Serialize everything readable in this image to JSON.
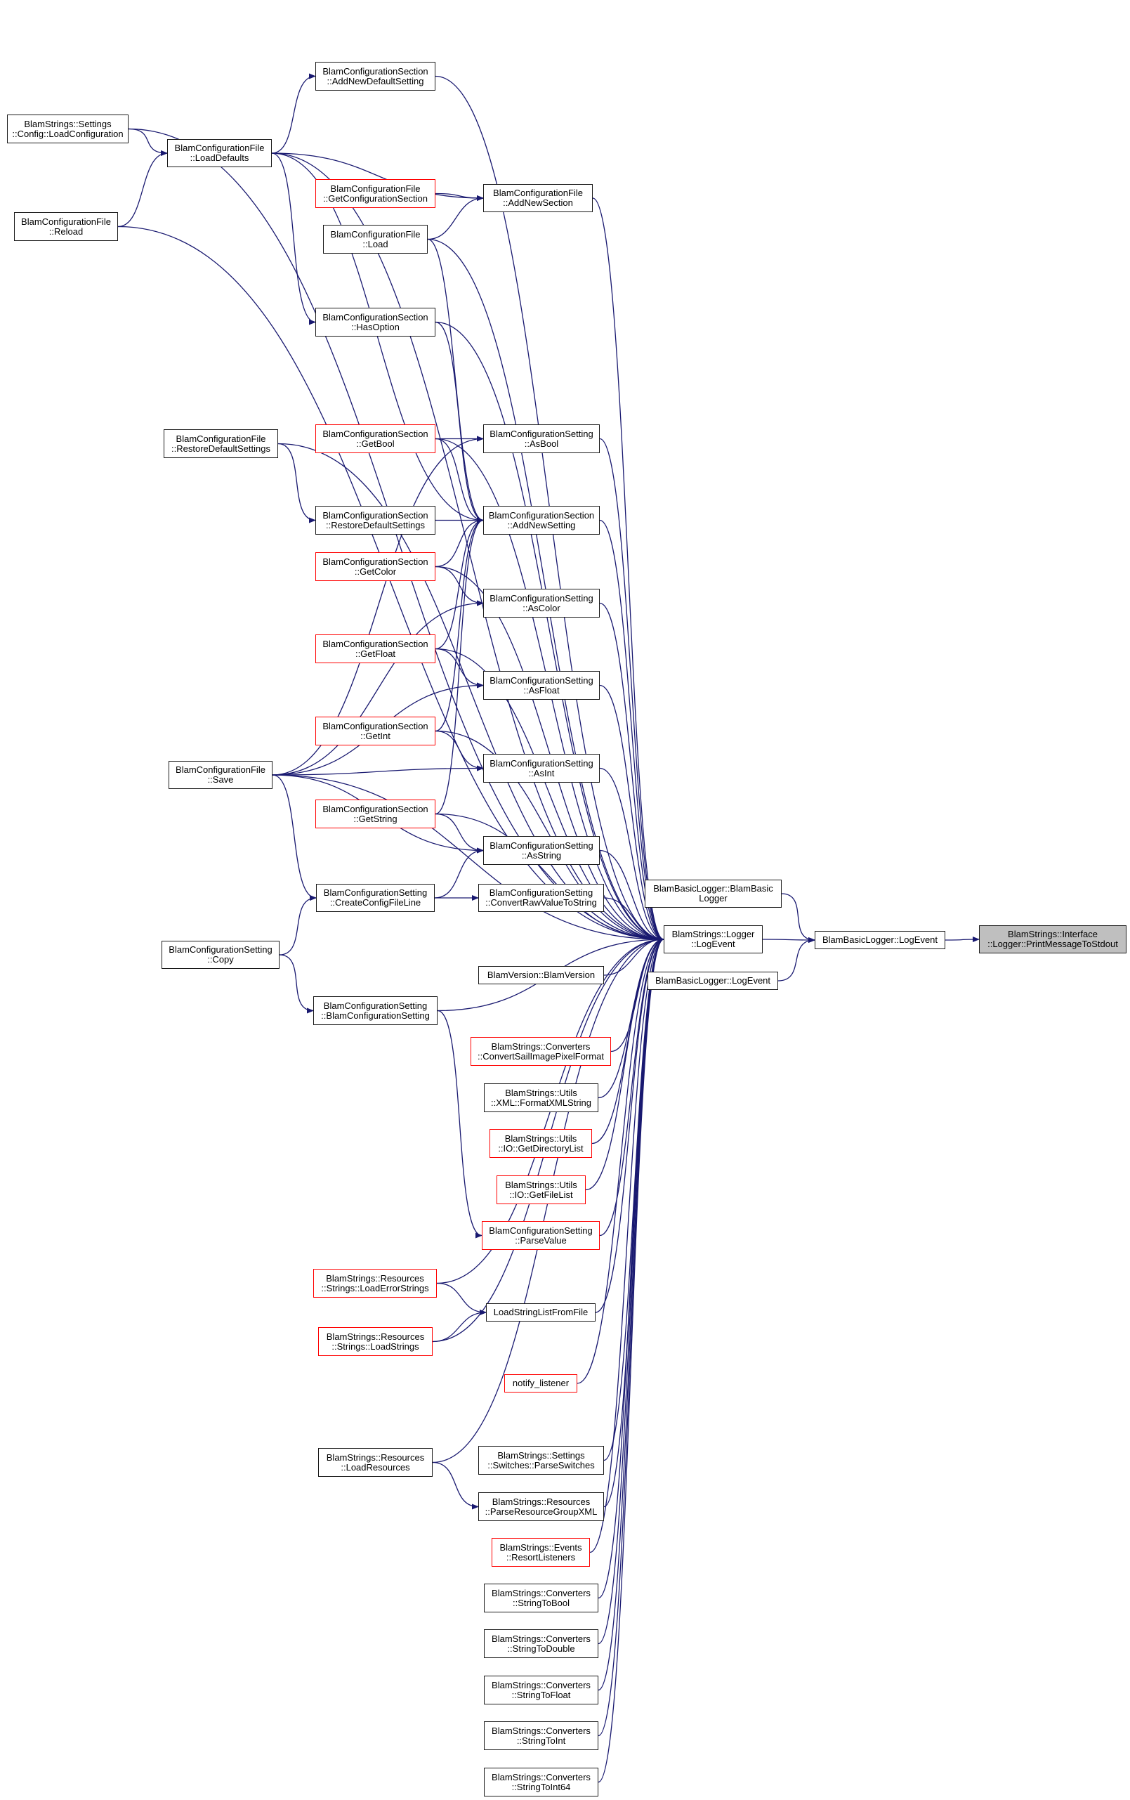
{
  "diagram": {
    "type": "caller-graph",
    "colors": {
      "edge": "#191970",
      "node_border": "#000000",
      "truncated_border": "#ff0000",
      "current_fill": "#bfbfbf"
    },
    "nodes": [
      {
        "id": "printmsg",
        "lines": [
          "BlamStrings::Interface",
          "::Logger::PrintMessageToStdout"
        ],
        "style": "current"
      },
      {
        "id": "bbl_logevent",
        "lines": [
          "BlamBasicLogger::LogEvent"
        ],
        "style": "normal"
      },
      {
        "id": "bbl_ctor",
        "lines": [
          "BlamBasicLogger::BlamBasic",
          "Logger"
        ],
        "style": "normal"
      },
      {
        "id": "logger_logevent",
        "lines": [
          "BlamStrings::Logger",
          "::LogEvent"
        ],
        "style": "normal"
      },
      {
        "id": "bbl_logevent2",
        "lines": [
          "BlamBasicLogger::LogEvent"
        ],
        "style": "normal"
      },
      {
        "id": "loadconfig",
        "lines": [
          "BlamStrings::Settings",
          "::Config::LoadConfiguration"
        ],
        "style": "normal"
      },
      {
        "id": "loaddefaults",
        "lines": [
          "BlamConfigurationFile",
          "::LoadDefaults"
        ],
        "style": "normal"
      },
      {
        "id": "reload",
        "lines": [
          "BlamConfigurationFile",
          "::Reload"
        ],
        "style": "normal"
      },
      {
        "id": "addnewdefault",
        "lines": [
          "BlamConfigurationSection",
          "::AddNewDefaultSetting"
        ],
        "style": "normal"
      },
      {
        "id": "getconfigsection",
        "lines": [
          "BlamConfigurationFile",
          "::GetConfigurationSection"
        ],
        "style": "red"
      },
      {
        "id": "addnewsection",
        "lines": [
          "BlamConfigurationFile",
          "::AddNewSection"
        ],
        "style": "normal"
      },
      {
        "id": "load",
        "lines": [
          "BlamConfigurationFile",
          "::Load"
        ],
        "style": "normal"
      },
      {
        "id": "hasoption",
        "lines": [
          "BlamConfigurationSection",
          "::HasOption"
        ],
        "style": "normal"
      },
      {
        "id": "file_restore",
        "lines": [
          "BlamConfigurationFile",
          "::RestoreDefaultSettings"
        ],
        "style": "normal"
      },
      {
        "id": "getbool",
        "lines": [
          "BlamConfigurationSection",
          "::GetBool"
        ],
        "style": "red"
      },
      {
        "id": "asbool",
        "lines": [
          "BlamConfigurationSetting",
          "::AsBool"
        ],
        "style": "normal"
      },
      {
        "id": "section_restore",
        "lines": [
          "BlamConfigurationSection",
          "::RestoreDefaultSettings"
        ],
        "style": "normal"
      },
      {
        "id": "addnewsetting",
        "lines": [
          "BlamConfigurationSection",
          "::AddNewSetting"
        ],
        "style": "normal"
      },
      {
        "id": "getcolor",
        "lines": [
          "BlamConfigurationSection",
          "::GetColor"
        ],
        "style": "red"
      },
      {
        "id": "ascolor",
        "lines": [
          "BlamConfigurationSetting",
          "::AsColor"
        ],
        "style": "normal"
      },
      {
        "id": "getfloat",
        "lines": [
          "BlamConfigurationSection",
          "::GetFloat"
        ],
        "style": "red"
      },
      {
        "id": "asfloat",
        "lines": [
          "BlamConfigurationSetting",
          "::AsFloat"
        ],
        "style": "normal"
      },
      {
        "id": "getint",
        "lines": [
          "BlamConfigurationSection",
          "::GetInt"
        ],
        "style": "red"
      },
      {
        "id": "asint",
        "lines": [
          "BlamConfigurationSetting",
          "::AsInt"
        ],
        "style": "normal"
      },
      {
        "id": "getstring",
        "lines": [
          "BlamConfigurationSection",
          "::GetString"
        ],
        "style": "red"
      },
      {
        "id": "asstring",
        "lines": [
          "BlamConfigurationSetting",
          "::AsString"
        ],
        "style": "normal"
      },
      {
        "id": "save",
        "lines": [
          "BlamConfigurationFile",
          "::Save"
        ],
        "style": "normal"
      },
      {
        "id": "createline",
        "lines": [
          "BlamConfigurationSetting",
          "::CreateConfigFileLine"
        ],
        "style": "normal"
      },
      {
        "id": "convertraw",
        "lines": [
          "BlamConfigurationSetting",
          "::ConvertRawValueToString"
        ],
        "style": "normal"
      },
      {
        "id": "copy",
        "lines": [
          "BlamConfigurationSetting",
          "::Copy"
        ],
        "style": "normal"
      },
      {
        "id": "blamversion",
        "lines": [
          "BlamVersion::BlamVersion"
        ],
        "style": "normal"
      },
      {
        "id": "setting_ctor",
        "lines": [
          "BlamConfigurationSetting",
          "::BlamConfigurationSetting"
        ],
        "style": "normal"
      },
      {
        "id": "convertsail",
        "lines": [
          "BlamStrings::Converters",
          "::ConvertSailImagePixelFormat"
        ],
        "style": "red"
      },
      {
        "id": "formatxml",
        "lines": [
          "BlamStrings::Utils",
          "::XML::FormatXMLString"
        ],
        "style": "normal"
      },
      {
        "id": "getdirlist",
        "lines": [
          "BlamStrings::Utils",
          "::IO::GetDirectoryList"
        ],
        "style": "red"
      },
      {
        "id": "getfilelist",
        "lines": [
          "BlamStrings::Utils",
          "::IO::GetFileList"
        ],
        "style": "red"
      },
      {
        "id": "parsevalue",
        "lines": [
          "BlamConfigurationSetting",
          "::ParseValue"
        ],
        "style": "red"
      },
      {
        "id": "loaderrorstrings",
        "lines": [
          "BlamStrings::Resources",
          "::Strings::LoadErrorStrings"
        ],
        "style": "red"
      },
      {
        "id": "loadstringlist",
        "lines": [
          "LoadStringListFromFile"
        ],
        "style": "normal"
      },
      {
        "id": "loadstrings",
        "lines": [
          "BlamStrings::Resources",
          "::Strings::LoadStrings"
        ],
        "style": "red"
      },
      {
        "id": "notify",
        "lines": [
          "notify_listener"
        ],
        "style": "red"
      },
      {
        "id": "loadresources",
        "lines": [
          "BlamStrings::Resources",
          "::LoadResources"
        ],
        "style": "normal"
      },
      {
        "id": "parseswitches",
        "lines": [
          "BlamStrings::Settings",
          "::Switches::ParseSwitches"
        ],
        "style": "normal"
      },
      {
        "id": "parseresxml",
        "lines": [
          "BlamStrings::Resources",
          "::ParseResourceGroupXML"
        ],
        "style": "normal"
      },
      {
        "id": "resort",
        "lines": [
          "BlamStrings::Events",
          "::ResortListeners"
        ],
        "style": "red"
      },
      {
        "id": "stobool",
        "lines": [
          "BlamStrings::Converters",
          "::StringToBool"
        ],
        "style": "normal"
      },
      {
        "id": "stodouble",
        "lines": [
          "BlamStrings::Converters",
          "::StringToDouble"
        ],
        "style": "normal"
      },
      {
        "id": "stofloat",
        "lines": [
          "BlamStrings::Converters",
          "::StringToFloat"
        ],
        "style": "normal"
      },
      {
        "id": "stoint",
        "lines": [
          "BlamStrings::Converters",
          "::StringToInt"
        ],
        "style": "normal"
      },
      {
        "id": "stoint64",
        "lines": [
          "BlamStrings::Converters",
          "::StringToInt64"
        ],
        "style": "normal"
      }
    ],
    "edges": [
      [
        "bbl_logevent",
        "printmsg"
      ],
      [
        "bbl_ctor",
        "bbl_logevent"
      ],
      [
        "logger_logevent",
        "bbl_logevent"
      ],
      [
        "bbl_logevent2",
        "bbl_logevent"
      ],
      [
        "loadconfig",
        "loaddefaults"
      ],
      [
        "loadconfig",
        "logger_logevent"
      ],
      [
        "reload",
        "loaddefaults"
      ],
      [
        "reload",
        "logger_logevent"
      ],
      [
        "loaddefaults",
        "addnewdefault"
      ],
      [
        "loaddefaults",
        "addnewsection"
      ],
      [
        "loaddefaults",
        "hasoption"
      ],
      [
        "loaddefaults",
        "addnewsetting"
      ],
      [
        "loaddefaults",
        "logger_logevent"
      ],
      [
        "addnewdefault",
        "logger_logevent"
      ],
      [
        "getconfigsection",
        "addnewsection"
      ],
      [
        "load",
        "addnewsection"
      ],
      [
        "load",
        "addnewsetting"
      ],
      [
        "load",
        "logger_logevent"
      ],
      [
        "addnewsection",
        "logger_logevent"
      ],
      [
        "hasoption",
        "addnewsetting"
      ],
      [
        "hasoption",
        "logger_logevent"
      ],
      [
        "file_restore",
        "section_restore"
      ],
      [
        "file_restore",
        "logger_logevent"
      ],
      [
        "getbool",
        "asbool"
      ],
      [
        "getbool",
        "addnewsetting"
      ],
      [
        "getbool",
        "logger_logevent"
      ],
      [
        "asbool",
        "logger_logevent"
      ],
      [
        "section_restore",
        "addnewsetting"
      ],
      [
        "addnewsetting",
        "logger_logevent"
      ],
      [
        "getcolor",
        "ascolor"
      ],
      [
        "getcolor",
        "addnewsetting"
      ],
      [
        "getcolor",
        "logger_logevent"
      ],
      [
        "ascolor",
        "logger_logevent"
      ],
      [
        "getfloat",
        "asfloat"
      ],
      [
        "getfloat",
        "addnewsetting"
      ],
      [
        "getfloat",
        "logger_logevent"
      ],
      [
        "asfloat",
        "logger_logevent"
      ],
      [
        "getint",
        "asint"
      ],
      [
        "getint",
        "addnewsetting"
      ],
      [
        "getint",
        "logger_logevent"
      ],
      [
        "asint",
        "logger_logevent"
      ],
      [
        "getstring",
        "asstring"
      ],
      [
        "getstring",
        "addnewsetting"
      ],
      [
        "getstring",
        "logger_logevent"
      ],
      [
        "asstring",
        "logger_logevent"
      ],
      [
        "save",
        "asbool"
      ],
      [
        "save",
        "ascolor"
      ],
      [
        "save",
        "asfloat"
      ],
      [
        "save",
        "asint"
      ],
      [
        "save",
        "asstring"
      ],
      [
        "save",
        "createline"
      ],
      [
        "save",
        "logger_logevent"
      ],
      [
        "createline",
        "asstring"
      ],
      [
        "createline",
        "convertraw"
      ],
      [
        "convertraw",
        "logger_logevent"
      ],
      [
        "copy",
        "createline"
      ],
      [
        "copy",
        "setting_ctor"
      ],
      [
        "blamversion",
        "logger_logevent"
      ],
      [
        "setting_ctor",
        "parsevalue"
      ],
      [
        "setting_ctor",
        "logger_logevent"
      ],
      [
        "convertsail",
        "logger_logevent"
      ],
      [
        "formatxml",
        "logger_logevent"
      ],
      [
        "getdirlist",
        "logger_logevent"
      ],
      [
        "getfilelist",
        "logger_logevent"
      ],
      [
        "parsevalue",
        "logger_logevent"
      ],
      [
        "loaderrorstrings",
        "loadstringlist"
      ],
      [
        "loaderrorstrings",
        "logger_logevent"
      ],
      [
        "loadstrings",
        "loadstringlist"
      ],
      [
        "loadstrings",
        "logger_logevent"
      ],
      [
        "loadstringlist",
        "logger_logevent"
      ],
      [
        "notify",
        "logger_logevent"
      ],
      [
        "loadresources",
        "parseresxml"
      ],
      [
        "loadresources",
        "logger_logevent"
      ],
      [
        "parseswitches",
        "logger_logevent"
      ],
      [
        "parseresxml",
        "logger_logevent"
      ],
      [
        "resort",
        "logger_logevent"
      ],
      [
        "stobool",
        "logger_logevent"
      ],
      [
        "stodouble",
        "logger_logevent"
      ],
      [
        "stofloat",
        "logger_logevent"
      ],
      [
        "stoint",
        "logger_logevent"
      ],
      [
        "stoint64",
        "logger_logevent"
      ]
    ]
  }
}
